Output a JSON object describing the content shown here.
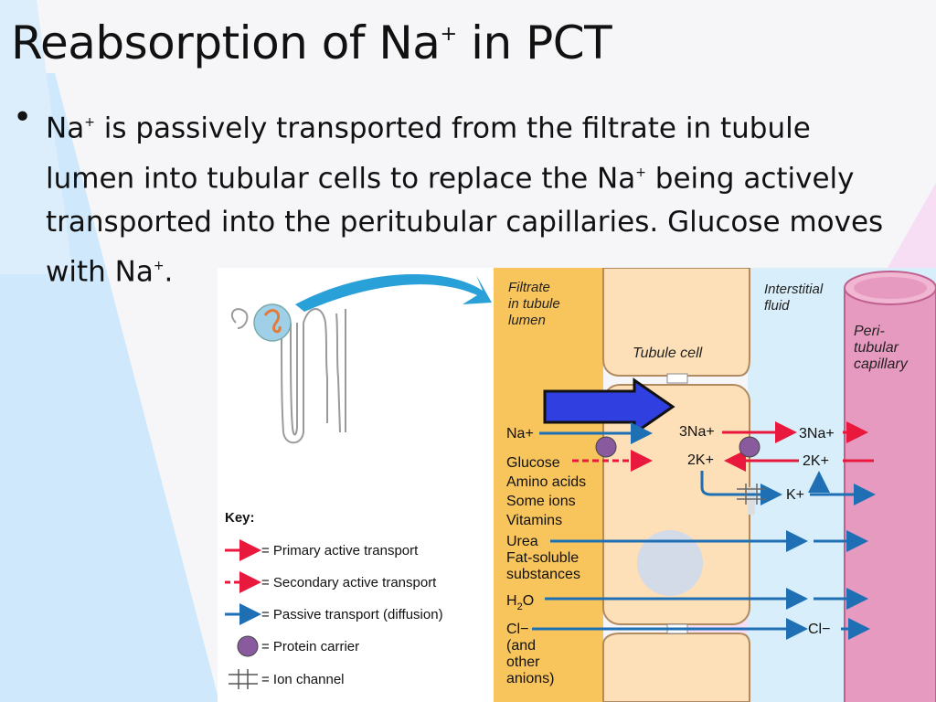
{
  "slide": {
    "title": "Reabsorption of Na",
    "title_sup": "+",
    "title_end": " in PCT",
    "bullet_parts": [
      "Na",
      "+",
      " is passively transported from the filtrate in tubule lumen into tubular cells to replace the Na",
      "+",
      " being actively transported into the peritubular capillaries.  Glucose moves with Na",
      "+",
      "."
    ]
  },
  "diagram": {
    "regions": {
      "lumen": [
        "Filtrate",
        "in tubule",
        "lumen"
      ],
      "cell": "Tubule cell",
      "interstitial": [
        "Interstitial",
        "fluid"
      ],
      "capillary": [
        "Peri-",
        "tubular",
        "capillary"
      ]
    },
    "substances": {
      "na": "Na+",
      "glucose": "Glucose",
      "amino": "Amino acids",
      "ions": "Some ions",
      "vitamins": "Vitamins",
      "urea": "Urea",
      "fat1": "Fat-soluble",
      "fat2": "substances",
      "h2o_h": "H",
      "h2o_2": "2",
      "h2o_o": "O",
      "cl": "Cl−",
      "anions": [
        "(and",
        "other",
        "anions)"
      ]
    },
    "cell_labels": {
      "na3": "3Na+",
      "k2": "2K+",
      "na3_out": "3Na+",
      "k2_out": "2K+",
      "k_out": "K+",
      "cl_out": "Cl−"
    },
    "key": {
      "heading": "Key:",
      "items": [
        "= Primary active transport",
        "= Secondary active transport",
        "= Passive transport (diffusion)",
        "= Protein carrier",
        "= Ion channel"
      ]
    },
    "colors": {
      "primary_active": "#e8193c",
      "secondary_active": "#e8193c",
      "passive": "#1f6fb5",
      "protein_carrier": "#8a5a9e",
      "highlight_arrow": "#2f3fe0",
      "lumen_bg": "#f8c45c",
      "cell_bg": "#fde0b8",
      "interstitial_bg": "#d8eefa",
      "capillary": "#e79ac0"
    }
  }
}
